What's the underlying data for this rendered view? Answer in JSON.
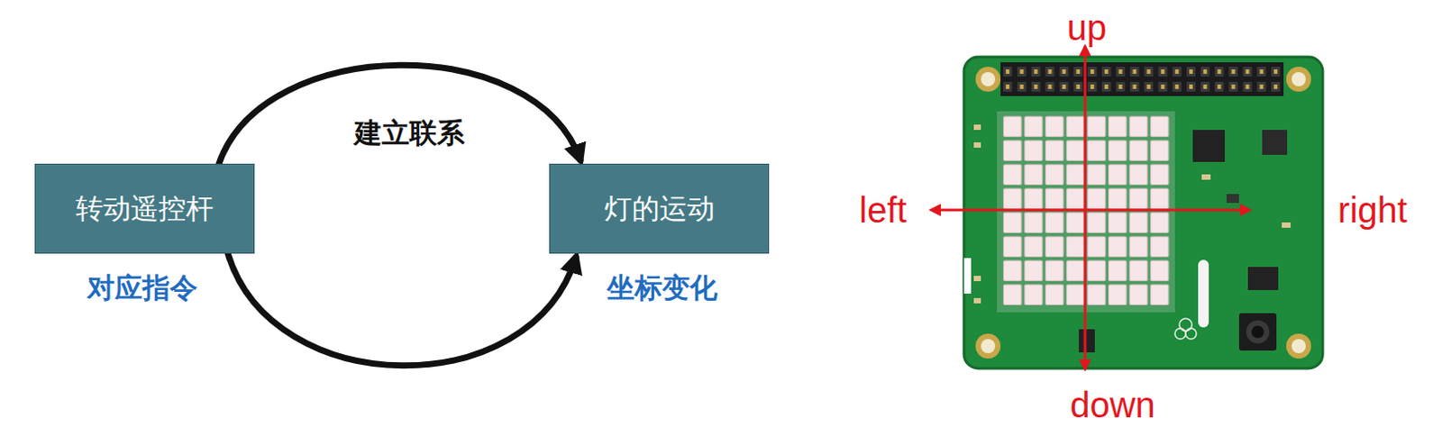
{
  "diagram": {
    "nodes": [
      {
        "text": [
          "转动遥控杆"
        ]
      },
      {
        "text": [
          "灯的运动"
        ]
      }
    ],
    "edges": [
      {
        "from": 0,
        "to": 1,
        "label": "建立联系",
        "arrow": "to"
      },
      {
        "from": 0,
        "to": 1,
        "arrow": "to"
      }
    ],
    "labels": [
      "对应指令",
      "坐标变化",
      "up",
      "down",
      "left",
      "right"
    ]
  }
}
